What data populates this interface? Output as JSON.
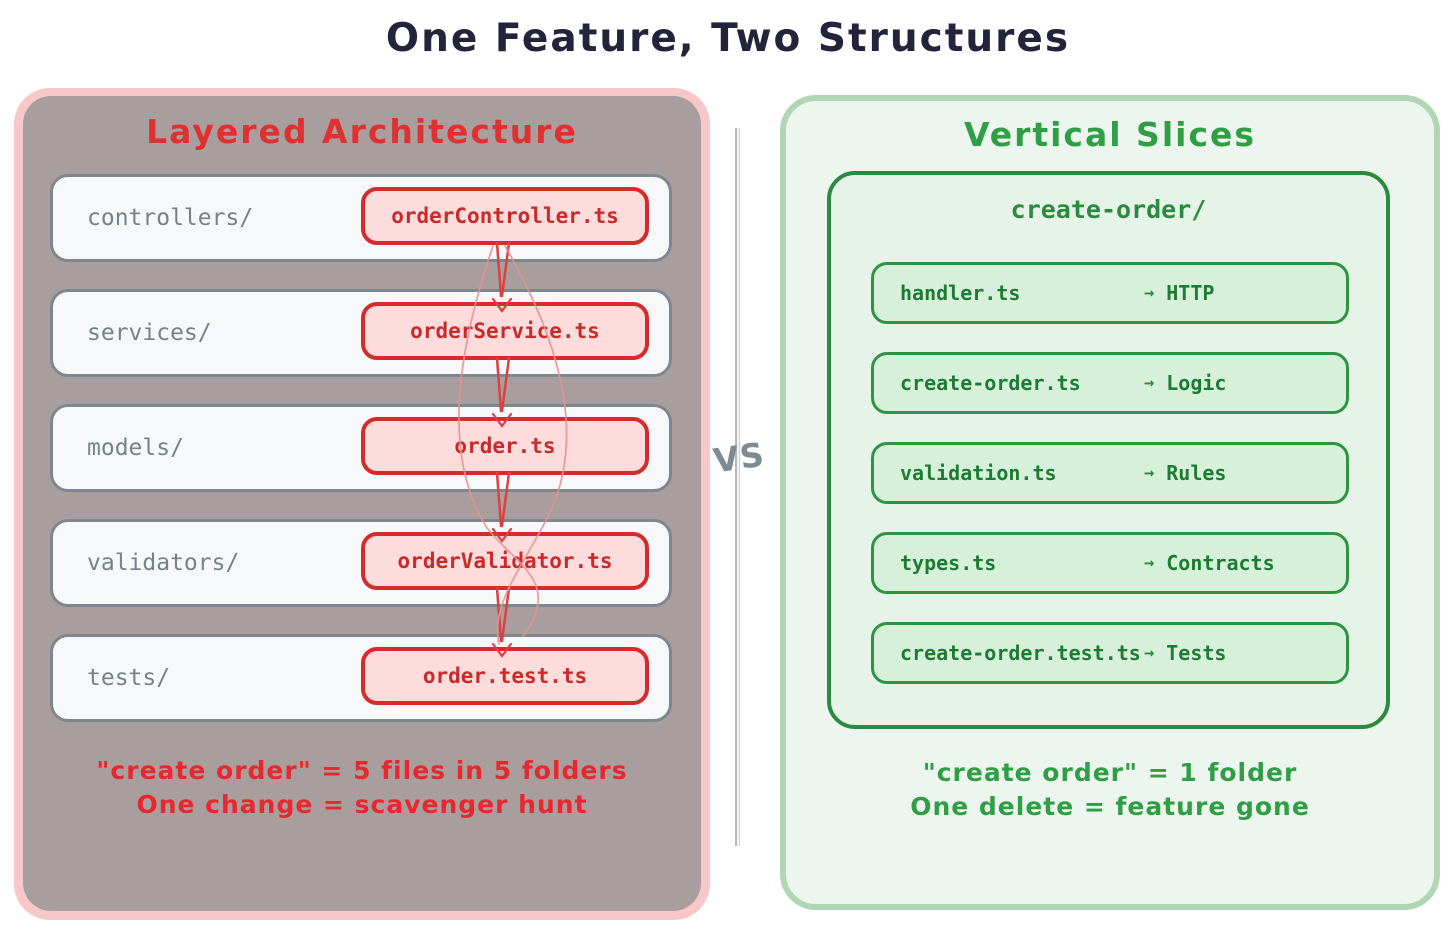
{
  "page_title": "One Feature, Two Structures",
  "colors": {
    "title_text": "#23233a",
    "red_accent": "#e03131",
    "green_accent": "#2f9e44",
    "left_panel_bg": "#a89e9e",
    "left_panel_border": "#f8c7ca",
    "right_panel_bg": "#edf6ee",
    "right_panel_border": "#b0d6b4"
  },
  "divider": {
    "label": "VS"
  },
  "left_panel": {
    "title": "Layered Architecture",
    "rows": [
      {
        "folder": "controllers/",
        "file": "orderController.ts"
      },
      {
        "folder": "services/",
        "file": "orderService.ts"
      },
      {
        "folder": "models/",
        "file": "order.ts"
      },
      {
        "folder": "validators/",
        "file": "orderValidator.ts"
      },
      {
        "folder": "tests/",
        "file": "order.test.ts"
      }
    ],
    "caption": [
      "\"create order\" = 5 files in 5 folders",
      "One change = scavenger hunt"
    ]
  },
  "right_panel": {
    "title": "Vertical Slices",
    "folder_label": "create-order/",
    "arrow_glyph": "→",
    "rows": [
      {
        "file": "handler.ts",
        "role": "HTTP"
      },
      {
        "file": "create-order.ts",
        "role": "Logic"
      },
      {
        "file": "validation.ts",
        "role": "Rules"
      },
      {
        "file": "types.ts",
        "role": "Contracts"
      },
      {
        "file": "create-order.test.ts",
        "role": "Tests"
      }
    ],
    "caption": [
      "\"create order\" = 1 folder",
      "One delete = feature gone"
    ]
  }
}
